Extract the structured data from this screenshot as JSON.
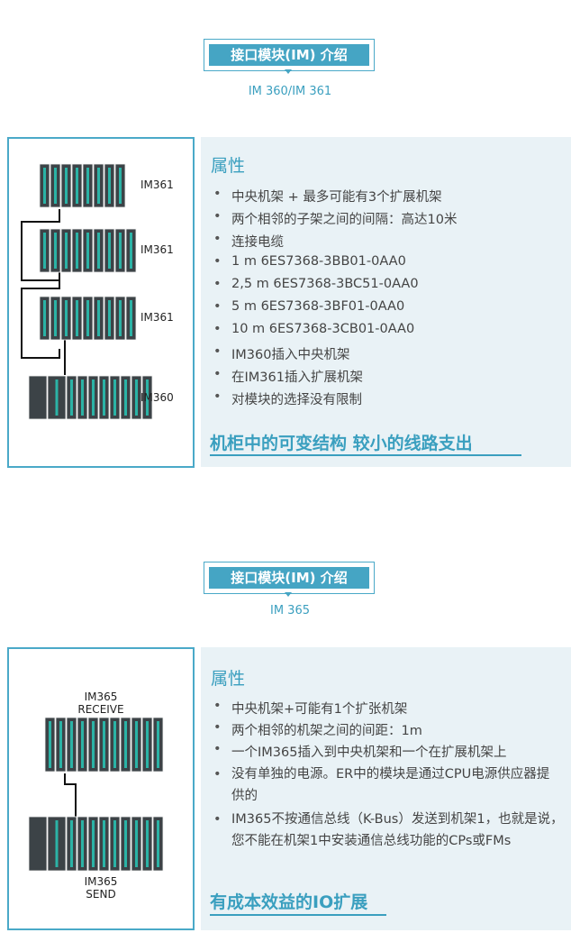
{
  "section1": {
    "header": "接口模块(IM) 介绍",
    "subtitle": "IM 360/IM 361",
    "diagram_labels": [
      "IM361",
      "IM361",
      "IM361",
      "IM360"
    ],
    "title": "属性",
    "items": [
      "中央机架 + 最多可能有3个扩展机架",
      "两个相邻的子架之间的间隔：高达10米",
      "连接电缆",
      "1 m   6ES7368-3BB01-0AA0",
      "2,5 m   6ES7368-3BC51-0AA0",
      "5 m    6ES7368-3BF01-0AA0",
      "10 m 6ES7368-3CB01-0AA0",
      "IM360插入中央机架",
      "在IM361插入扩展机架",
      "对模块的选择没有限制"
    ],
    "bottom": "机柜中的可变结构   较小的线路支出"
  },
  "section2": {
    "header": "接口模块(IM) 介绍",
    "subtitle": "IM 365",
    "label_top_1": "IM365",
    "label_top_2": "RECEIVE",
    "label_bottom_1": "IM365",
    "label_bottom_2": "SEND",
    "title": "属性",
    "items": [
      "中央机架+可能有1个扩张机架",
      "两个相邻的机架之间的间距：1m",
      "一个IM365插入到中央机架和一个在扩展机架上",
      "没有单独的电源。ER中的模块是通过CPU电源供应器提供的",
      "IM365不按通信总线（K-Bus）发送到机架1，也就是说，您不能在机架1中安装通信总线功能的CPs或FMs"
    ],
    "bottom": "有成本效益的IO扩展"
  },
  "colors": {
    "accent": "#45a5c4",
    "panel_bg": "#e9f2f6",
    "module": "#3c4347",
    "slot": "#2bb3a6"
  }
}
